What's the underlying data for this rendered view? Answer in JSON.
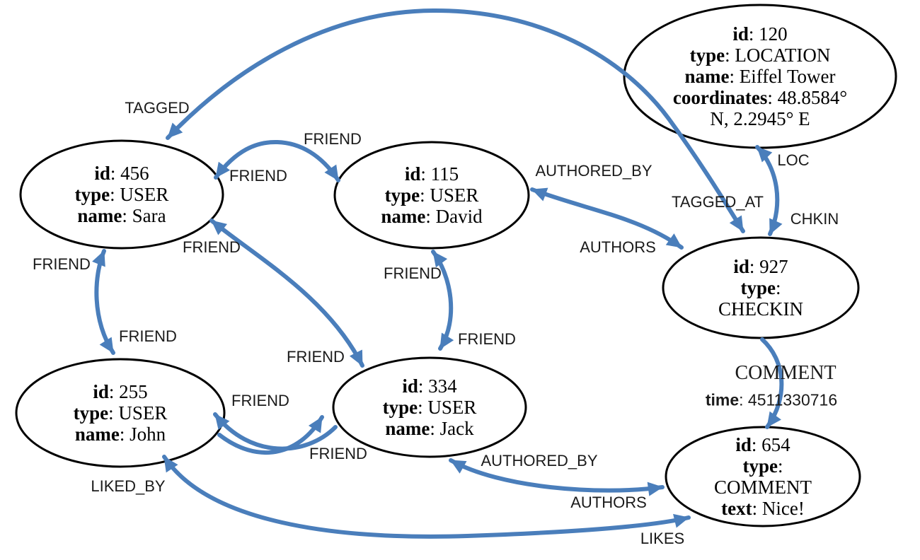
{
  "colors": {
    "edge": "#4A7EBB",
    "node_fill": "#FFFFFF",
    "node_stroke": "#000000",
    "node_text": "#000000",
    "label_text": "#1A1A1A",
    "background": "#FFFFFF"
  },
  "nodes": {
    "location": {
      "lines": [
        {
          "key": "id",
          "text": ": 120"
        },
        {
          "key": "type",
          "text": ": LOCATION"
        },
        {
          "key": "name",
          "text": ": Eiffel Tower"
        },
        {
          "key": "coordinates",
          "text": ": 48.8584°"
        },
        {
          "text": "N, 2.2945° E"
        }
      ]
    },
    "sara": {
      "lines": [
        {
          "key": "id",
          "text": ": 456"
        },
        {
          "key": "type",
          "text": ": USER"
        },
        {
          "key": "name",
          "text": ": Sara"
        }
      ]
    },
    "david": {
      "lines": [
        {
          "key": "id",
          "text": ": 115"
        },
        {
          "key": "type",
          "text": ": USER"
        },
        {
          "key": "name",
          "text": ": David"
        }
      ]
    },
    "john": {
      "lines": [
        {
          "key": "id",
          "text": ": 255"
        },
        {
          "key": "type",
          "text": ": USER"
        },
        {
          "key": "name",
          "text": ": John"
        }
      ]
    },
    "jack": {
      "lines": [
        {
          "key": "id",
          "text": ": 334"
        },
        {
          "key": "type",
          "text": ": USER"
        },
        {
          "key": "name",
          "text": ": Jack"
        }
      ]
    },
    "checkin": {
      "lines": [
        {
          "key": "id",
          "text": ": 927"
        },
        {
          "key": "type",
          "text": ":"
        },
        {
          "text": "CHECKIN"
        }
      ]
    },
    "comment": {
      "lines": [
        {
          "key": "id",
          "text": ": 654"
        },
        {
          "key": "type",
          "text": ":"
        },
        {
          "text": "COMMENT"
        },
        {
          "key": "text",
          "text": ": Nice!"
        }
      ]
    }
  },
  "edges": {
    "sara_checkin": {
      "between": [
        "sara",
        "checkin"
      ],
      "label_near_sara": "TAGGED",
      "label_near_checkin": "TAGGED_AT"
    },
    "sara_david": {
      "between": [
        "sara",
        "david"
      ],
      "labels": [
        "FRIEND",
        "FRIEND"
      ]
    },
    "sara_john": {
      "between": [
        "sara",
        "john"
      ],
      "labels": [
        "FRIEND",
        "FRIEND"
      ]
    },
    "sara_jack": {
      "between": [
        "sara",
        "jack"
      ],
      "labels": [
        "FRIEND",
        "FRIEND"
      ]
    },
    "david_jack": {
      "between": [
        "david",
        "jack"
      ],
      "labels": [
        "FRIEND",
        "FRIEND"
      ]
    },
    "john_jack": {
      "between": [
        "john",
        "jack"
      ],
      "labels": [
        "FRIEND",
        "FRIEND"
      ]
    },
    "david_checkin": {
      "between": [
        "david",
        "checkin"
      ],
      "label_near_david": "AUTHORED_BY",
      "label_near_checkin": "AUTHORS"
    },
    "location_checkin": {
      "between": [
        "location",
        "checkin"
      ],
      "label_near_location": "LOC",
      "label_near_checkin": "CHKIN"
    },
    "checkin_comment": {
      "between": [
        "checkin",
        "comment"
      ],
      "label": "COMMENT",
      "property_key": "time",
      "property_value": ": 4511330716"
    },
    "jack_comment": {
      "between": [
        "jack",
        "comment"
      ],
      "label_near_jack": "AUTHORED_BY",
      "label_near_comment": "AUTHORS"
    },
    "john_comment": {
      "between": [
        "john",
        "comment"
      ],
      "label_near_john": "LIKED_BY",
      "label_near_comment": "LIKES"
    }
  }
}
